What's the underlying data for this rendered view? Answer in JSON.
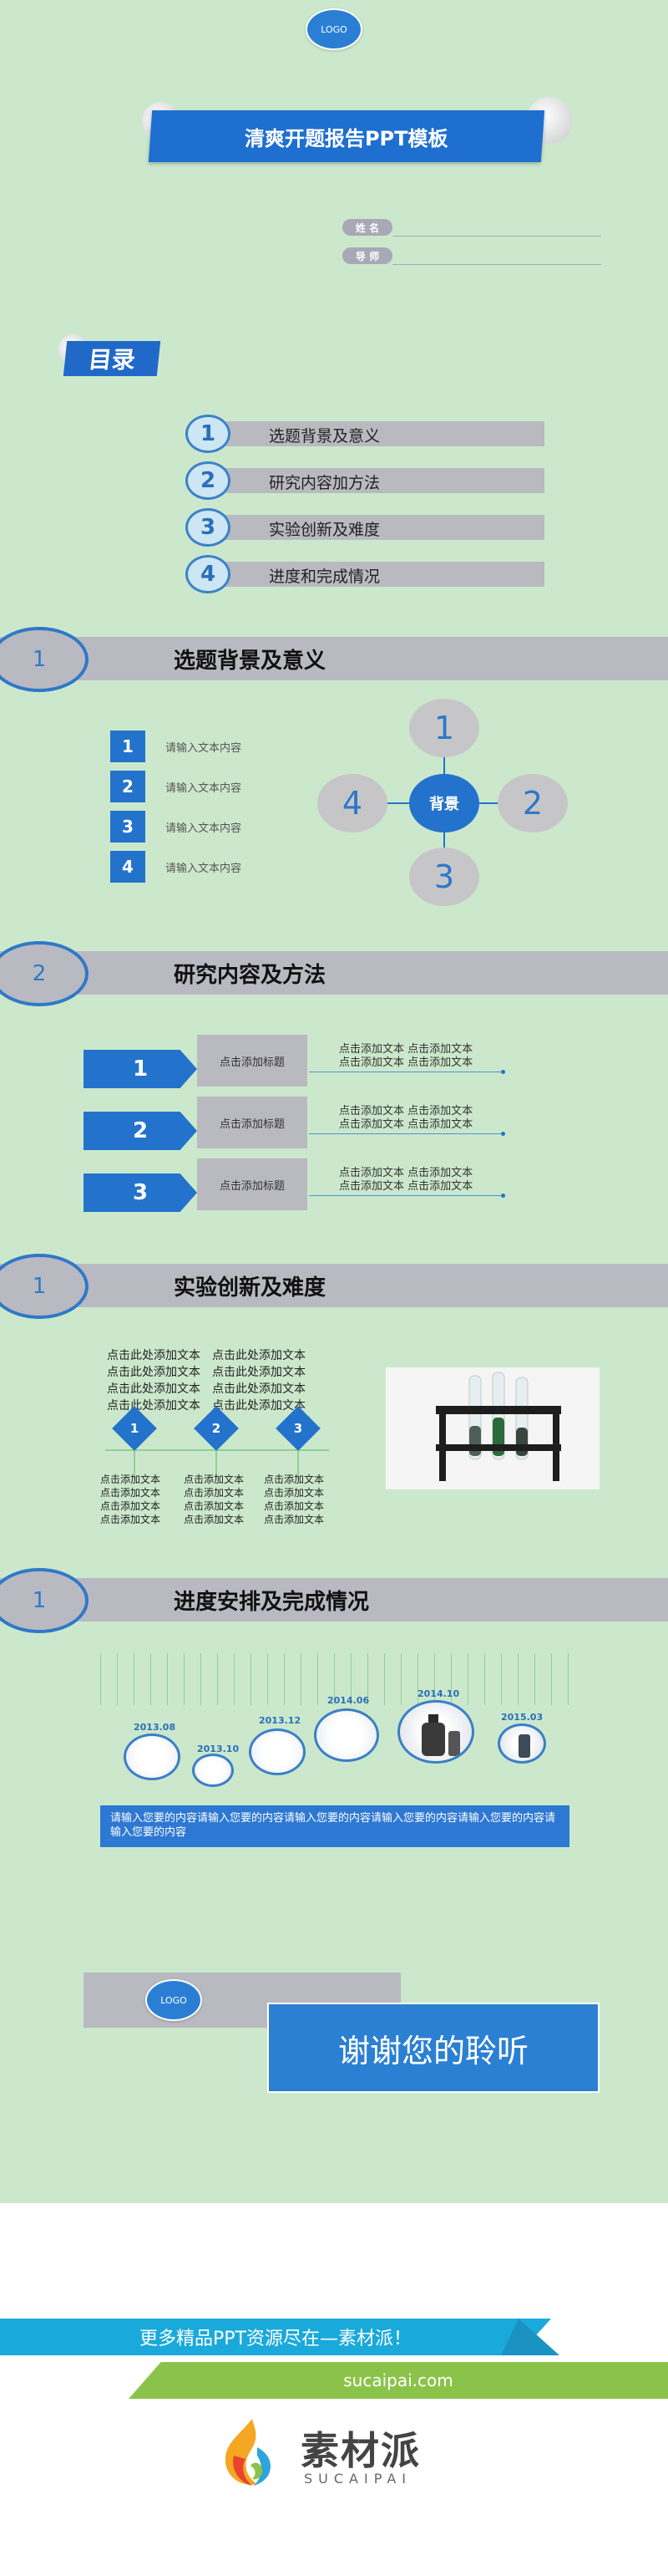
{
  "cover": {
    "logo": "LOGO",
    "title": "清爽开题报告PPT模板",
    "name_label": "姓  名",
    "advisor_label": "导  师"
  },
  "toc": {
    "heading": "目录",
    "items": [
      {
        "num": "1",
        "label": "选题背景及意义"
      },
      {
        "num": "2",
        "label": "研究内容加方法"
      },
      {
        "num": "3",
        "label": "实验创新及难度"
      },
      {
        "num": "4",
        "label": "进度和完成情况"
      }
    ]
  },
  "section1": {
    "num": "1",
    "title": "选题背景及意义",
    "list": [
      {
        "num": "1",
        "text": "请输入文本内容"
      },
      {
        "num": "2",
        "text": "请输入文本内容"
      },
      {
        "num": "3",
        "text": "请输入文本内容"
      },
      {
        "num": "4",
        "text": "请输入文本内容"
      }
    ],
    "diagram": {
      "center": "背景",
      "nodes": [
        "1",
        "2",
        "3",
        "4"
      ]
    }
  },
  "section2": {
    "num": "2",
    "title": "研究内容及方法",
    "rows": [
      {
        "num": "1",
        "tag": "点击添加标题",
        "lines": [
          "点击添加文本 点击添加文本",
          "点击添加文本 点击添加文本"
        ]
      },
      {
        "num": "2",
        "tag": "点击添加标题",
        "lines": [
          "点击添加文本 点击添加文本",
          "点击添加文本 点击添加文本"
        ]
      },
      {
        "num": "3",
        "tag": "点击添加标题",
        "lines": [
          "点击添加文本 点击添加文本",
          "点击添加文本 点击添加文本"
        ]
      }
    ]
  },
  "section3": {
    "num": "1",
    "title": "实验创新及难度",
    "top_text_left": [
      "点击此处添加文本",
      "点击此处添加文本",
      "点击此处添加文本",
      "点击此处添加文本"
    ],
    "top_text_right": [
      "点击此处添加文本",
      "点击此处添加文本",
      "点击此处添加文本",
      "点击此处添加文本"
    ],
    "markers": [
      "1",
      "2",
      "3"
    ],
    "bottom_text": [
      [
        "点击添加文本",
        "点击添加文本",
        "点击添加文本",
        "点击添加文本"
      ],
      [
        "点击添加文本",
        "点击添加文本",
        "点击添加文本",
        "点击添加文本"
      ],
      [
        "点击添加文本",
        "点击添加文本",
        "点击添加文本",
        "点击添加文本"
      ]
    ]
  },
  "section4": {
    "num": "1",
    "title": "进度安排及完成情况",
    "timeline": [
      "2013.08",
      "2013.10",
      "2013.12",
      "2014.06",
      "2014.10",
      "2015.03"
    ],
    "description": "请输入您要的内容请输入您要的内容请输入您要的内容请输入您要的内容请输入您要的内容请输入您要的内容"
  },
  "closing": {
    "logo": "LOGO",
    "thanks": "谢谢您的聆听"
  },
  "footer": {
    "promo": "更多精品PPT资源尽在—素材派！",
    "url": "sucaipai.com",
    "brand_cn": "素材派",
    "brand_en": "SUCAIPAI"
  }
}
